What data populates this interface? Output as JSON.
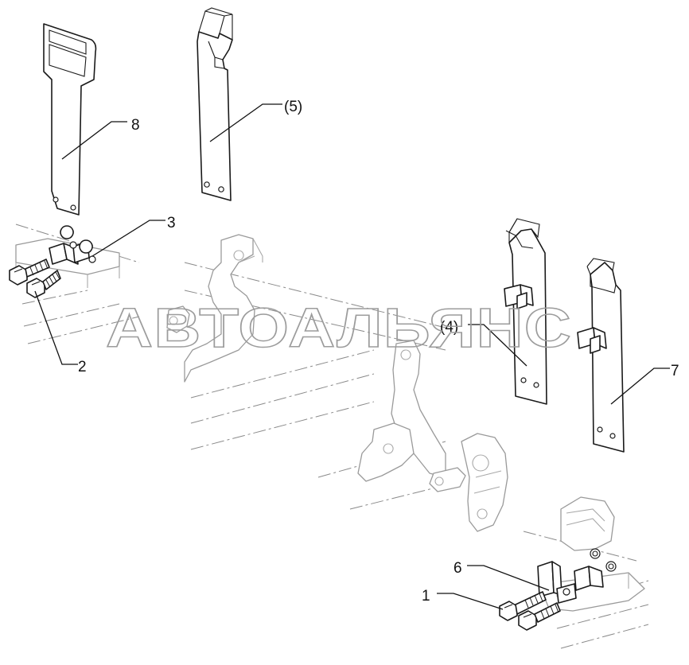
{
  "watermark": "АВТОАЛЬЯНС",
  "callouts": {
    "c1": "1",
    "c2": "2",
    "c3": "3",
    "c4": "(4)",
    "c5": "(5)",
    "c6": "6",
    "c7": "7",
    "c8": "8"
  }
}
